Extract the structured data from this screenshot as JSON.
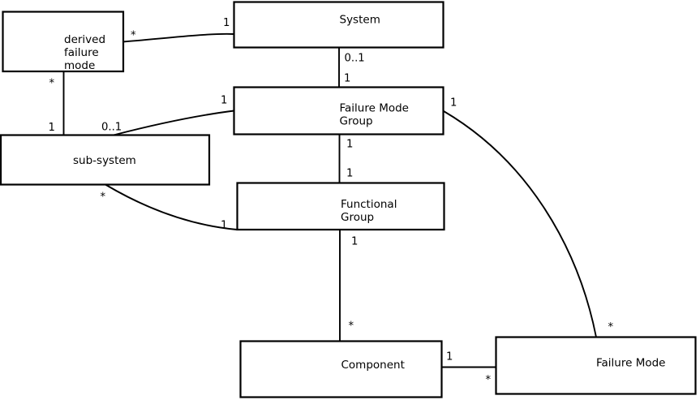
{
  "diagram": {
    "kind": "uml-association-diagram",
    "background_color": "#ffffff",
    "line_color": "#000000",
    "boxes": [
      {
        "name": "derived-failure-mode",
        "lines": [
          "derived",
          "failure",
          "mode"
        ]
      },
      {
        "name": "system",
        "lines": [
          "System"
        ]
      },
      {
        "name": "failure-mode-group",
        "lines": [
          "Failure Mode",
          "Group"
        ]
      },
      {
        "name": "sub-system",
        "lines": [
          "sub-system"
        ]
      },
      {
        "name": "functional-group",
        "lines": [
          "Functional",
          "Group"
        ]
      },
      {
        "name": "component",
        "lines": [
          "Component"
        ]
      },
      {
        "name": "failure-mode",
        "lines": [
          "Failure Mode"
        ]
      }
    ],
    "associations": [
      {
        "between": [
          "derived failure mode",
          "System"
        ],
        "mult_a": "*",
        "mult_b": "1"
      },
      {
        "between": [
          "derived failure mode",
          "sub-system"
        ],
        "mult_a": "*",
        "mult_b": "1"
      },
      {
        "between": [
          "System",
          "Failure Mode Group"
        ],
        "mult_a": "0..1",
        "mult_b": "1"
      },
      {
        "between": [
          "Failure Mode Group",
          "sub-system"
        ],
        "mult_a": "1",
        "mult_b": "0..1"
      },
      {
        "between": [
          "Failure Mode Group",
          "Functional Group"
        ],
        "mult_a": "1",
        "mult_b": "1"
      },
      {
        "between": [
          "sub-system",
          "Functional Group"
        ],
        "mult_a": "*",
        "mult_b": "1"
      },
      {
        "between": [
          "Functional Group",
          "Component"
        ],
        "mult_a": "1",
        "mult_b": "*"
      },
      {
        "between": [
          "Component",
          "Failure Mode"
        ],
        "mult_a": "1",
        "mult_b": "*"
      },
      {
        "between": [
          "Failure Mode Group",
          "Failure Mode"
        ],
        "mult_a": "1",
        "mult_b": "*"
      }
    ]
  }
}
